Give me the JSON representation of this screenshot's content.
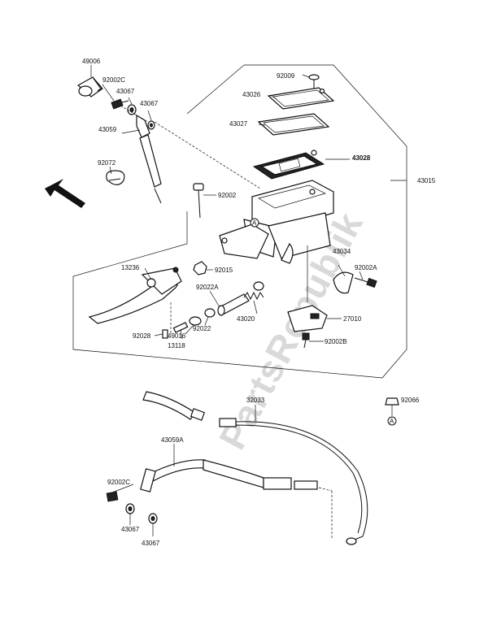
{
  "watermark": "PartsRepublik",
  "marker": "A",
  "labels": {
    "p49006": "49006",
    "p92002C_top": "92002C",
    "p43067_a": "43067",
    "p43067_b": "43067",
    "p43059": "43059",
    "p92072": "92072",
    "p92009": "92009",
    "p43026": "43026",
    "p43027": "43027",
    "p43028": "43028",
    "p43015": "43015",
    "p92002": "92002",
    "p43034": "43034",
    "p92002A": "92002A",
    "p13236": "13236",
    "p92015": "92015",
    "p92022A": "92022A",
    "p43020": "43020",
    "p27010": "27010",
    "p92028": "92028",
    "p49016": "49016",
    "p92022": "92022",
    "p13118": "13118",
    "p92002B": "92002B",
    "p32033": "32033",
    "p92066": "92066",
    "p43059A": "43059A",
    "p92002C_bot": "92002C",
    "p43067_c": "43067",
    "p43067_d": "43067"
  }
}
